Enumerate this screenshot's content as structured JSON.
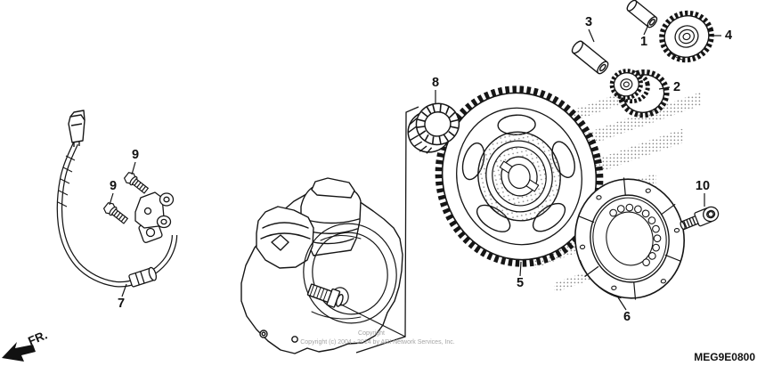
{
  "diagram": {
    "code": "MEG9E0800",
    "direction_label": "FR.",
    "copyright_line1": "Copyright",
    "copyright_line2": "Copyright (c) 2004 - 2014 by ARI Network Services, Inc.",
    "callouts": [
      {
        "label": "3"
      },
      {
        "label": "1"
      },
      {
        "label": "4"
      },
      {
        "label": "2"
      },
      {
        "label": "8"
      },
      {
        "label": "9"
      },
      {
        "label": "9"
      },
      {
        "label": "7"
      },
      {
        "label": "5"
      },
      {
        "label": "6"
      },
      {
        "label": "10"
      }
    ],
    "colors": {
      "line": "#161616",
      "halftone": "#828282",
      "watermark": "#a4a4a4",
      "background": "#ffffff"
    }
  }
}
